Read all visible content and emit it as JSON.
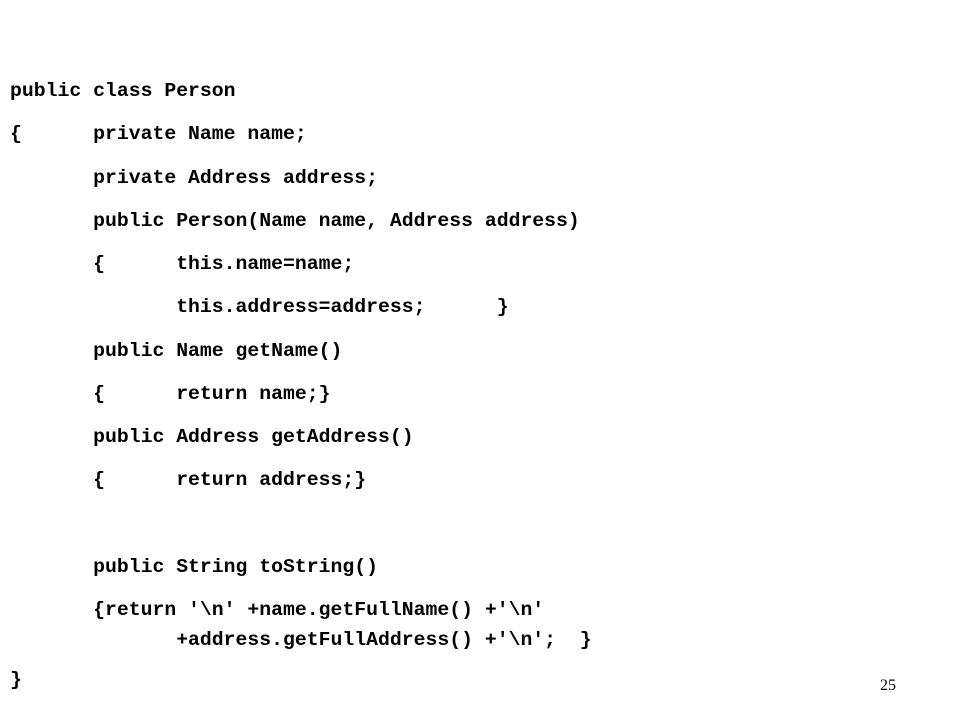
{
  "code_lines": [
    "public class Person",
    "{      private Name name;",
    "       private Address address;",
    "       public Person(Name name, Address address)",
    "       {      this.name=name;",
    "              this.address=address;      }",
    "       public Name getName()",
    "       {      return name;}",
    "       public Address getAddress()",
    "       {      return address;}",
    "",
    "       public String toString()",
    "       {return '\\n' +name.getFullName() +'\\n'",
    "              +address.getFullAddress() +'\\n';  }",
    "}"
  ],
  "page_number": "25"
}
